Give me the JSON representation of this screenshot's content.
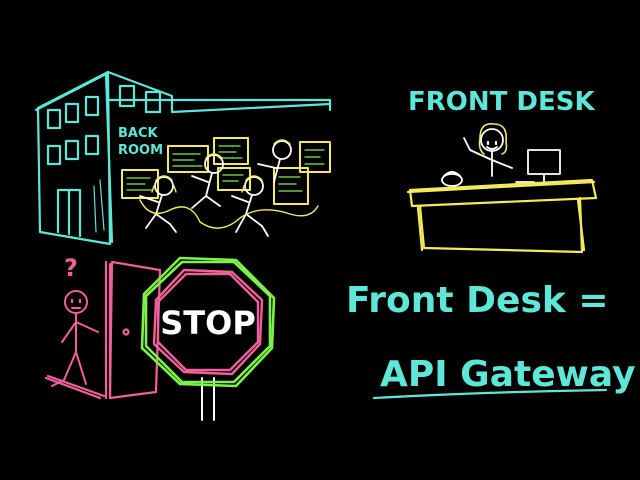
{
  "back_room": {
    "sign_line1": "BACK",
    "sign_line2": "ROOM"
  },
  "front_desk": {
    "title": "FRONT DESK"
  },
  "stop_sign": {
    "label": "STOP"
  },
  "confused_person": {
    "mark": "?"
  },
  "equation": {
    "line1": "Front Desk =",
    "line2": "API Gateway"
  },
  "colors": {
    "background": "#000000",
    "cyan": "#5ee6d8",
    "yellow": "#f2ec5c",
    "pink": "#f0609a",
    "green": "#7df24a",
    "white": "#ffffff"
  }
}
